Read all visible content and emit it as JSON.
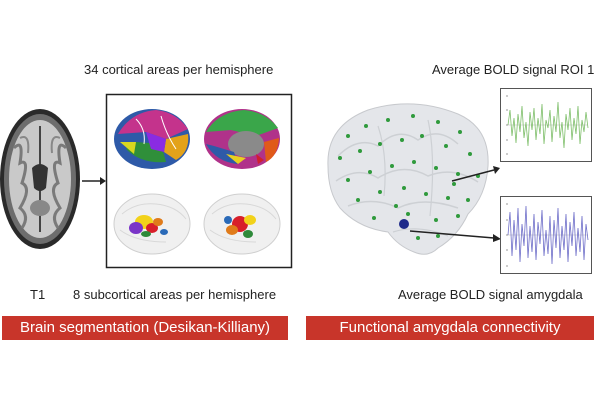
{
  "left_panel": {
    "top_caption": "34 cortical areas per hemisphere",
    "t1_label": "T1",
    "bottom_caption": "8 subcortical areas per hemisphere",
    "banner": "Brain segmentation (Desikan-Killiany)"
  },
  "right_panel": {
    "roi_caption": "Average BOLD signal ROI 1",
    "amygdala_caption": "Average BOLD signal amygdala",
    "banner": "Functional amygdala connectivity"
  },
  "colors": {
    "banner": "#c8352a",
    "roi_signal": "#7fbf6b",
    "amygdala_signal": "#6f6fc9",
    "node": "#2f9a3c",
    "amygdala_node": "#1e2a8a"
  }
}
